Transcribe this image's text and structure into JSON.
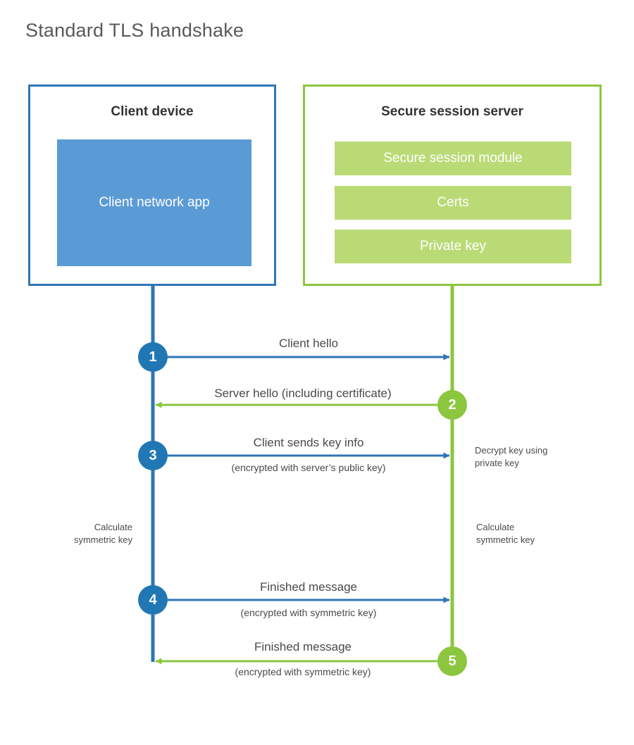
{
  "title": "Standard TLS handshake",
  "colors": {
    "client_border": "#2e75b6",
    "client_block": "#5b9bd5",
    "client_accent": "#2077b4",
    "server_border": "#8cc63e",
    "server_block": "#bada75",
    "server_accent": "#8cc63e",
    "text": "#4a4a4a",
    "heading": "#333333"
  },
  "client": {
    "title": "Client device",
    "app_label": "Client network app"
  },
  "server": {
    "title": "Secure session server",
    "modules": [
      {
        "label": "Secure session module"
      },
      {
        "label": "Certs"
      },
      {
        "label": "Private key"
      }
    ]
  },
  "steps": [
    {
      "number": "1",
      "label": "Client hello",
      "sublabel": "",
      "direction": "client-to-server",
      "side": "client"
    },
    {
      "number": "2",
      "label": "Server hello (including certificate)",
      "sublabel": "",
      "direction": "server-to-client",
      "side": "server"
    },
    {
      "number": "3",
      "label": "Client sends key info",
      "sublabel": "(encrypted with server’s public key)",
      "direction": "client-to-server",
      "side": "client"
    },
    {
      "number": "4",
      "label": "Finished message",
      "sublabel": "(encrypted with symmetric key)",
      "direction": "client-to-server",
      "side": "client"
    },
    {
      "number": "5",
      "label": "Finished message",
      "sublabel": "(encrypted with symmetric key)",
      "direction": "server-to-client",
      "side": "server"
    }
  ],
  "annotations": {
    "decrypt_key": "Decrypt key using\nprivate key",
    "client_calculate": "Calculate\nsymmetric key",
    "server_calculate": "Calculate\nsymmetric key"
  }
}
